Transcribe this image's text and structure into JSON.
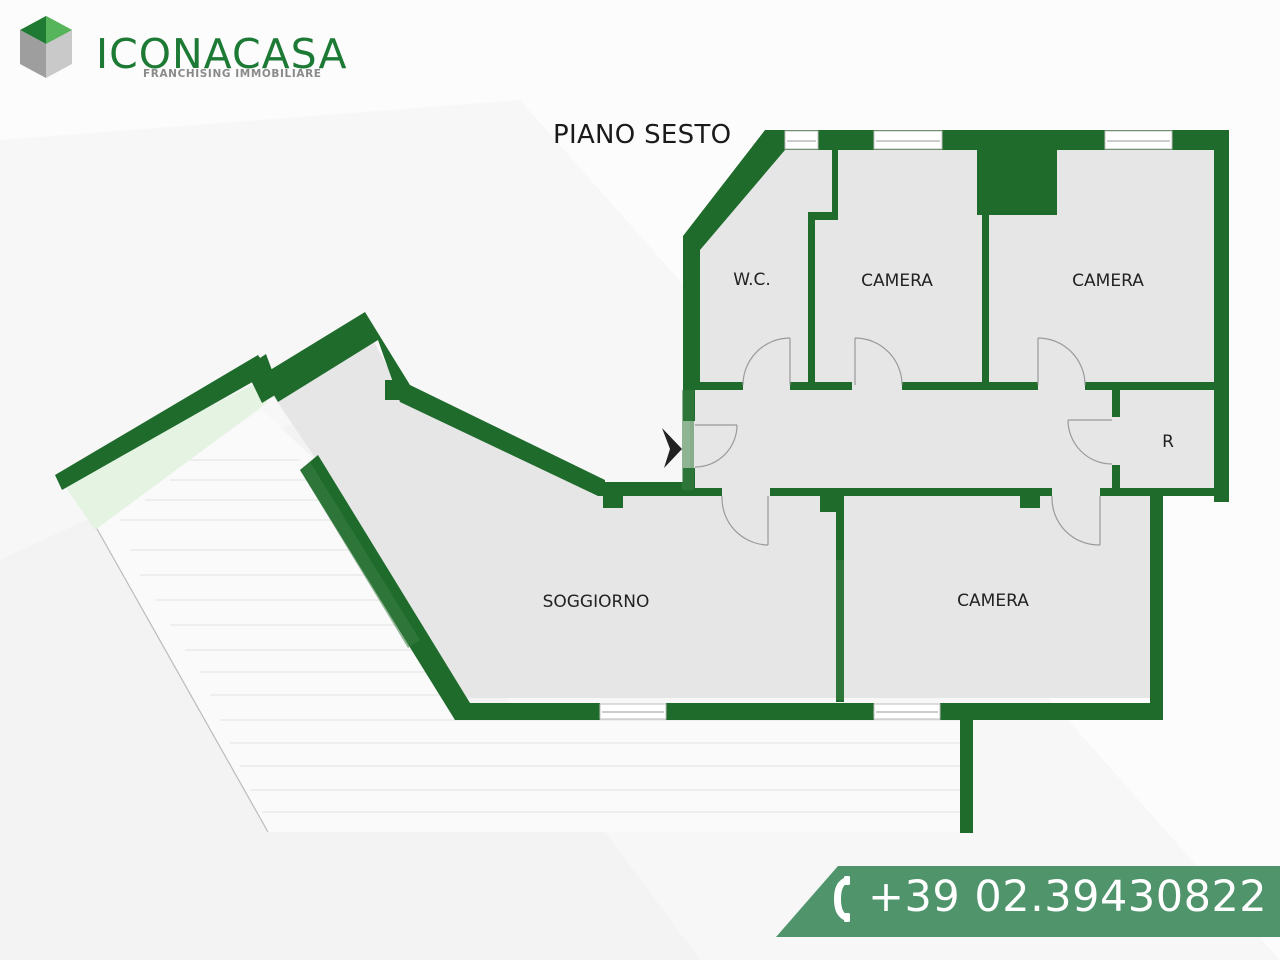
{
  "brand": {
    "name": "ICONACASA",
    "tagline": "FRANCHISING IMMOBILIARE",
    "colors": {
      "primary": "#1d7a35",
      "wall": "#1e6b2c",
      "wall_light": "#3a7d44",
      "room_fill": "#e6e6e6",
      "balcony_fill": "#e5f3e3",
      "banner": "#4f946b"
    }
  },
  "floor_plan": {
    "title": "PIANO SESTO",
    "rooms": [
      {
        "id": "wc",
        "label": "W.C."
      },
      {
        "id": "camera-1",
        "label": "CAMERA"
      },
      {
        "id": "camera-2",
        "label": "CAMERA"
      },
      {
        "id": "ripostiglio",
        "label": "R"
      },
      {
        "id": "soggiorno",
        "label": "SOGGIORNO"
      },
      {
        "id": "camera-3",
        "label": "CAMERA"
      }
    ],
    "entrance_icon": "arrow-right-icon"
  },
  "contact": {
    "phone_icon": "phone-icon",
    "phone": "+39 02.39430822"
  }
}
